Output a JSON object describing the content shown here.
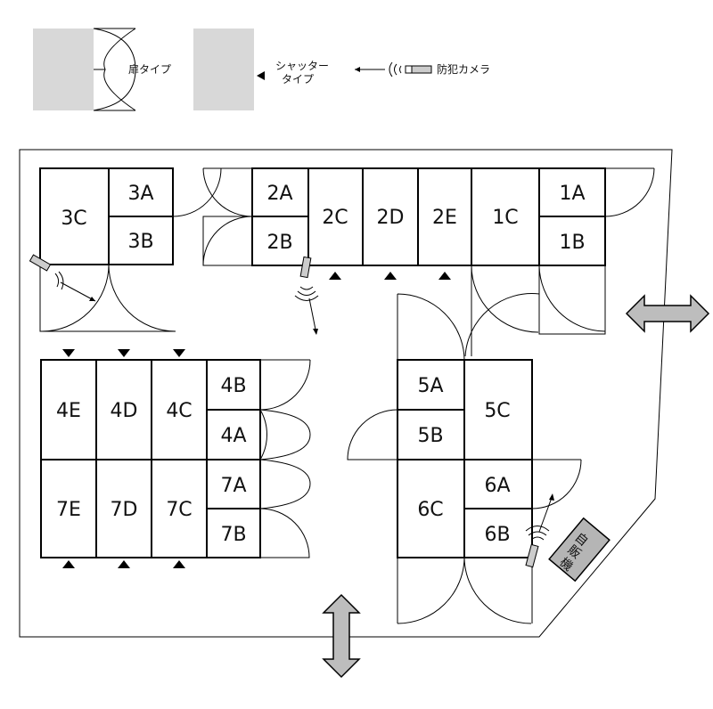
{
  "legend": {
    "door_type": "扉タイプ",
    "shutter_type_line1": "シャッター",
    "shutter_type_line2": "タイプ",
    "camera": "防犯カメラ"
  },
  "units": {
    "u3A": "3A",
    "u3B": "3B",
    "u3C": "3C",
    "u2A": "2A",
    "u2B": "2B",
    "u2C": "2C",
    "u2D": "2D",
    "u2E": "2E",
    "u1A": "1A",
    "u1B": "1B",
    "u1C": "1C",
    "u4B": "4B",
    "u4A": "4A",
    "u4C": "4C",
    "u4D": "4D",
    "u4E": "4E",
    "u7A": "7A",
    "u7B": "7B",
    "u7C": "7C",
    "u7D": "7D",
    "u7E": "7E",
    "u5A": "5A",
    "u5B": "5B",
    "u5C": "5C",
    "u6A": "6A",
    "u6B": "6B",
    "u6C": "6C"
  },
  "vending_machine": {
    "line1": "自",
    "line2": "販",
    "line3": "機"
  },
  "colors": {
    "legend_fill": "#d8d8d8",
    "arrow_fill": "#bdbdbd",
    "vending_fill": "#b5b5b5"
  }
}
